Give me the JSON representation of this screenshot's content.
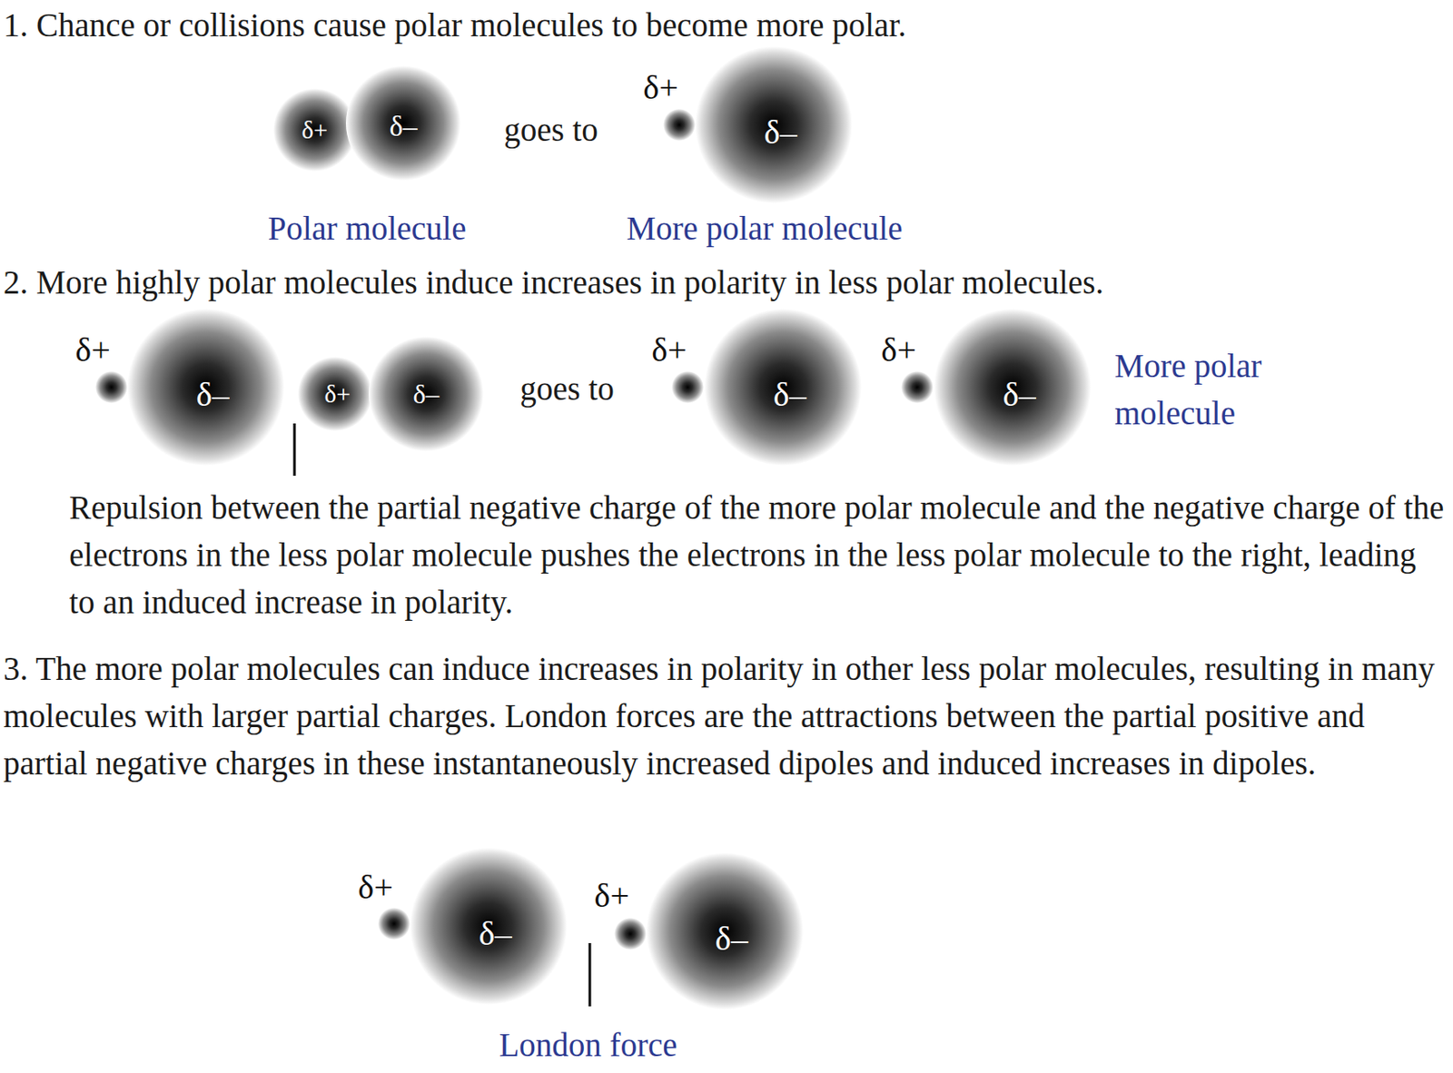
{
  "diagram": {
    "nodes": [
      {
        "text": [
          "δ+",
          "δ–"
        ]
      },
      {
        "text": [
          "δ+",
          "δ–"
        ]
      },
      {
        "text": [
          "δ+",
          "δ–"
        ]
      },
      {
        "text": [
          "δ+",
          "δ–"
        ]
      },
      {
        "text": [
          "δ+",
          "δ–"
        ]
      },
      {
        "text": [
          "δ+",
          "δ–"
        ]
      },
      {
        "text": [
          "δ+",
          "δ–"
        ]
      },
      {
        "text": [
          "δ+",
          "δ–"
        ]
      }
    ],
    "labels": [
      "1. Chance or collisions cause polar molecules to become more polar.",
      "goes to",
      "Polar molecule",
      "More polar molecule",
      "2. More highly polar molecules induce increases in polarity in less polar molecules.",
      "goes to",
      "More polar molecule",
      "Repulsion between the partial negative charge of the more polar molecule and the negative charge of the electrons in the less polar molecule pushes the electrons in the less polar molecule to the right, leading to an induced increase in polarity.",
      "3. The more polar molecules can induce increases in polarity in other less polar molecules, resulting in many molecules with larger partial charges. London forces are the attractions between the partial positive and partial negative charges in these instantaneously increased dipoles and induced increases in dipoles.",
      "London force"
    ]
  }
}
